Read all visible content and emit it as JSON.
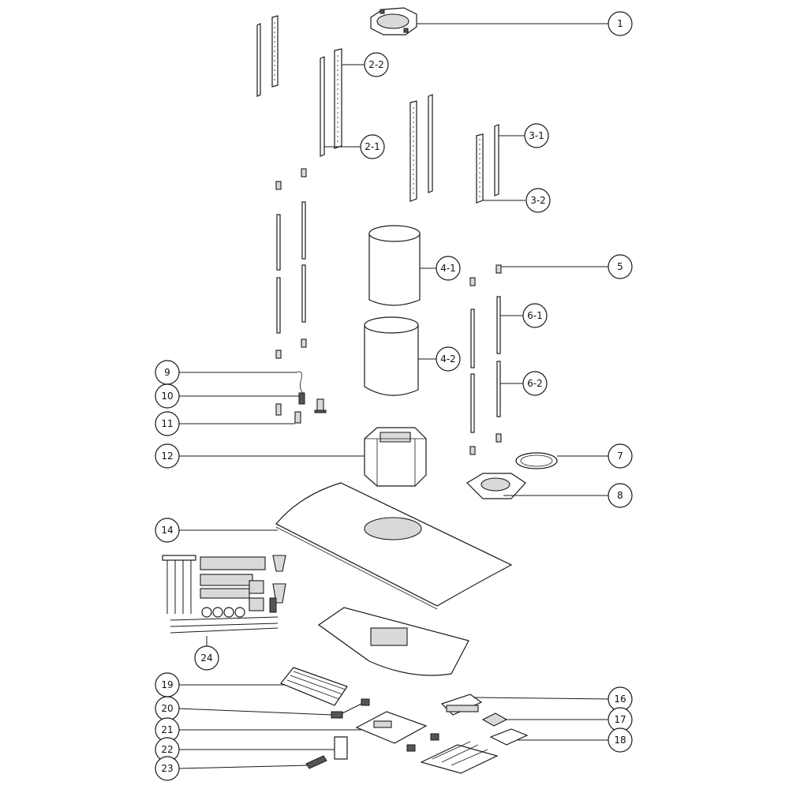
{
  "callouts": [
    {
      "id": "c1",
      "label": "1"
    },
    {
      "id": "c2-2",
      "label": "2-2"
    },
    {
      "id": "c2-1",
      "label": "2-1"
    },
    {
      "id": "c3-1",
      "label": "3-1"
    },
    {
      "id": "c3-2",
      "label": "3-2"
    },
    {
      "id": "c4-1",
      "label": "4-1"
    },
    {
      "id": "c5",
      "label": "5"
    },
    {
      "id": "c6-1",
      "label": "6-1"
    },
    {
      "id": "c4-2",
      "label": "4-2"
    },
    {
      "id": "c6-2",
      "label": "6-2"
    },
    {
      "id": "c9",
      "label": "9"
    },
    {
      "id": "c10",
      "label": "10"
    },
    {
      "id": "c11",
      "label": "11"
    },
    {
      "id": "c12",
      "label": "12"
    },
    {
      "id": "c7",
      "label": "7"
    },
    {
      "id": "c8",
      "label": "8"
    },
    {
      "id": "c14",
      "label": "14"
    },
    {
      "id": "c24",
      "label": "24"
    },
    {
      "id": "c19",
      "label": "19"
    },
    {
      "id": "c20",
      "label": "20"
    },
    {
      "id": "c21",
      "label": "21"
    },
    {
      "id": "c22",
      "label": "22"
    },
    {
      "id": "c23",
      "label": "23"
    },
    {
      "id": "c16",
      "label": "16"
    },
    {
      "id": "c17",
      "label": "17"
    },
    {
      "id": "c18",
      "label": "18"
    }
  ]
}
